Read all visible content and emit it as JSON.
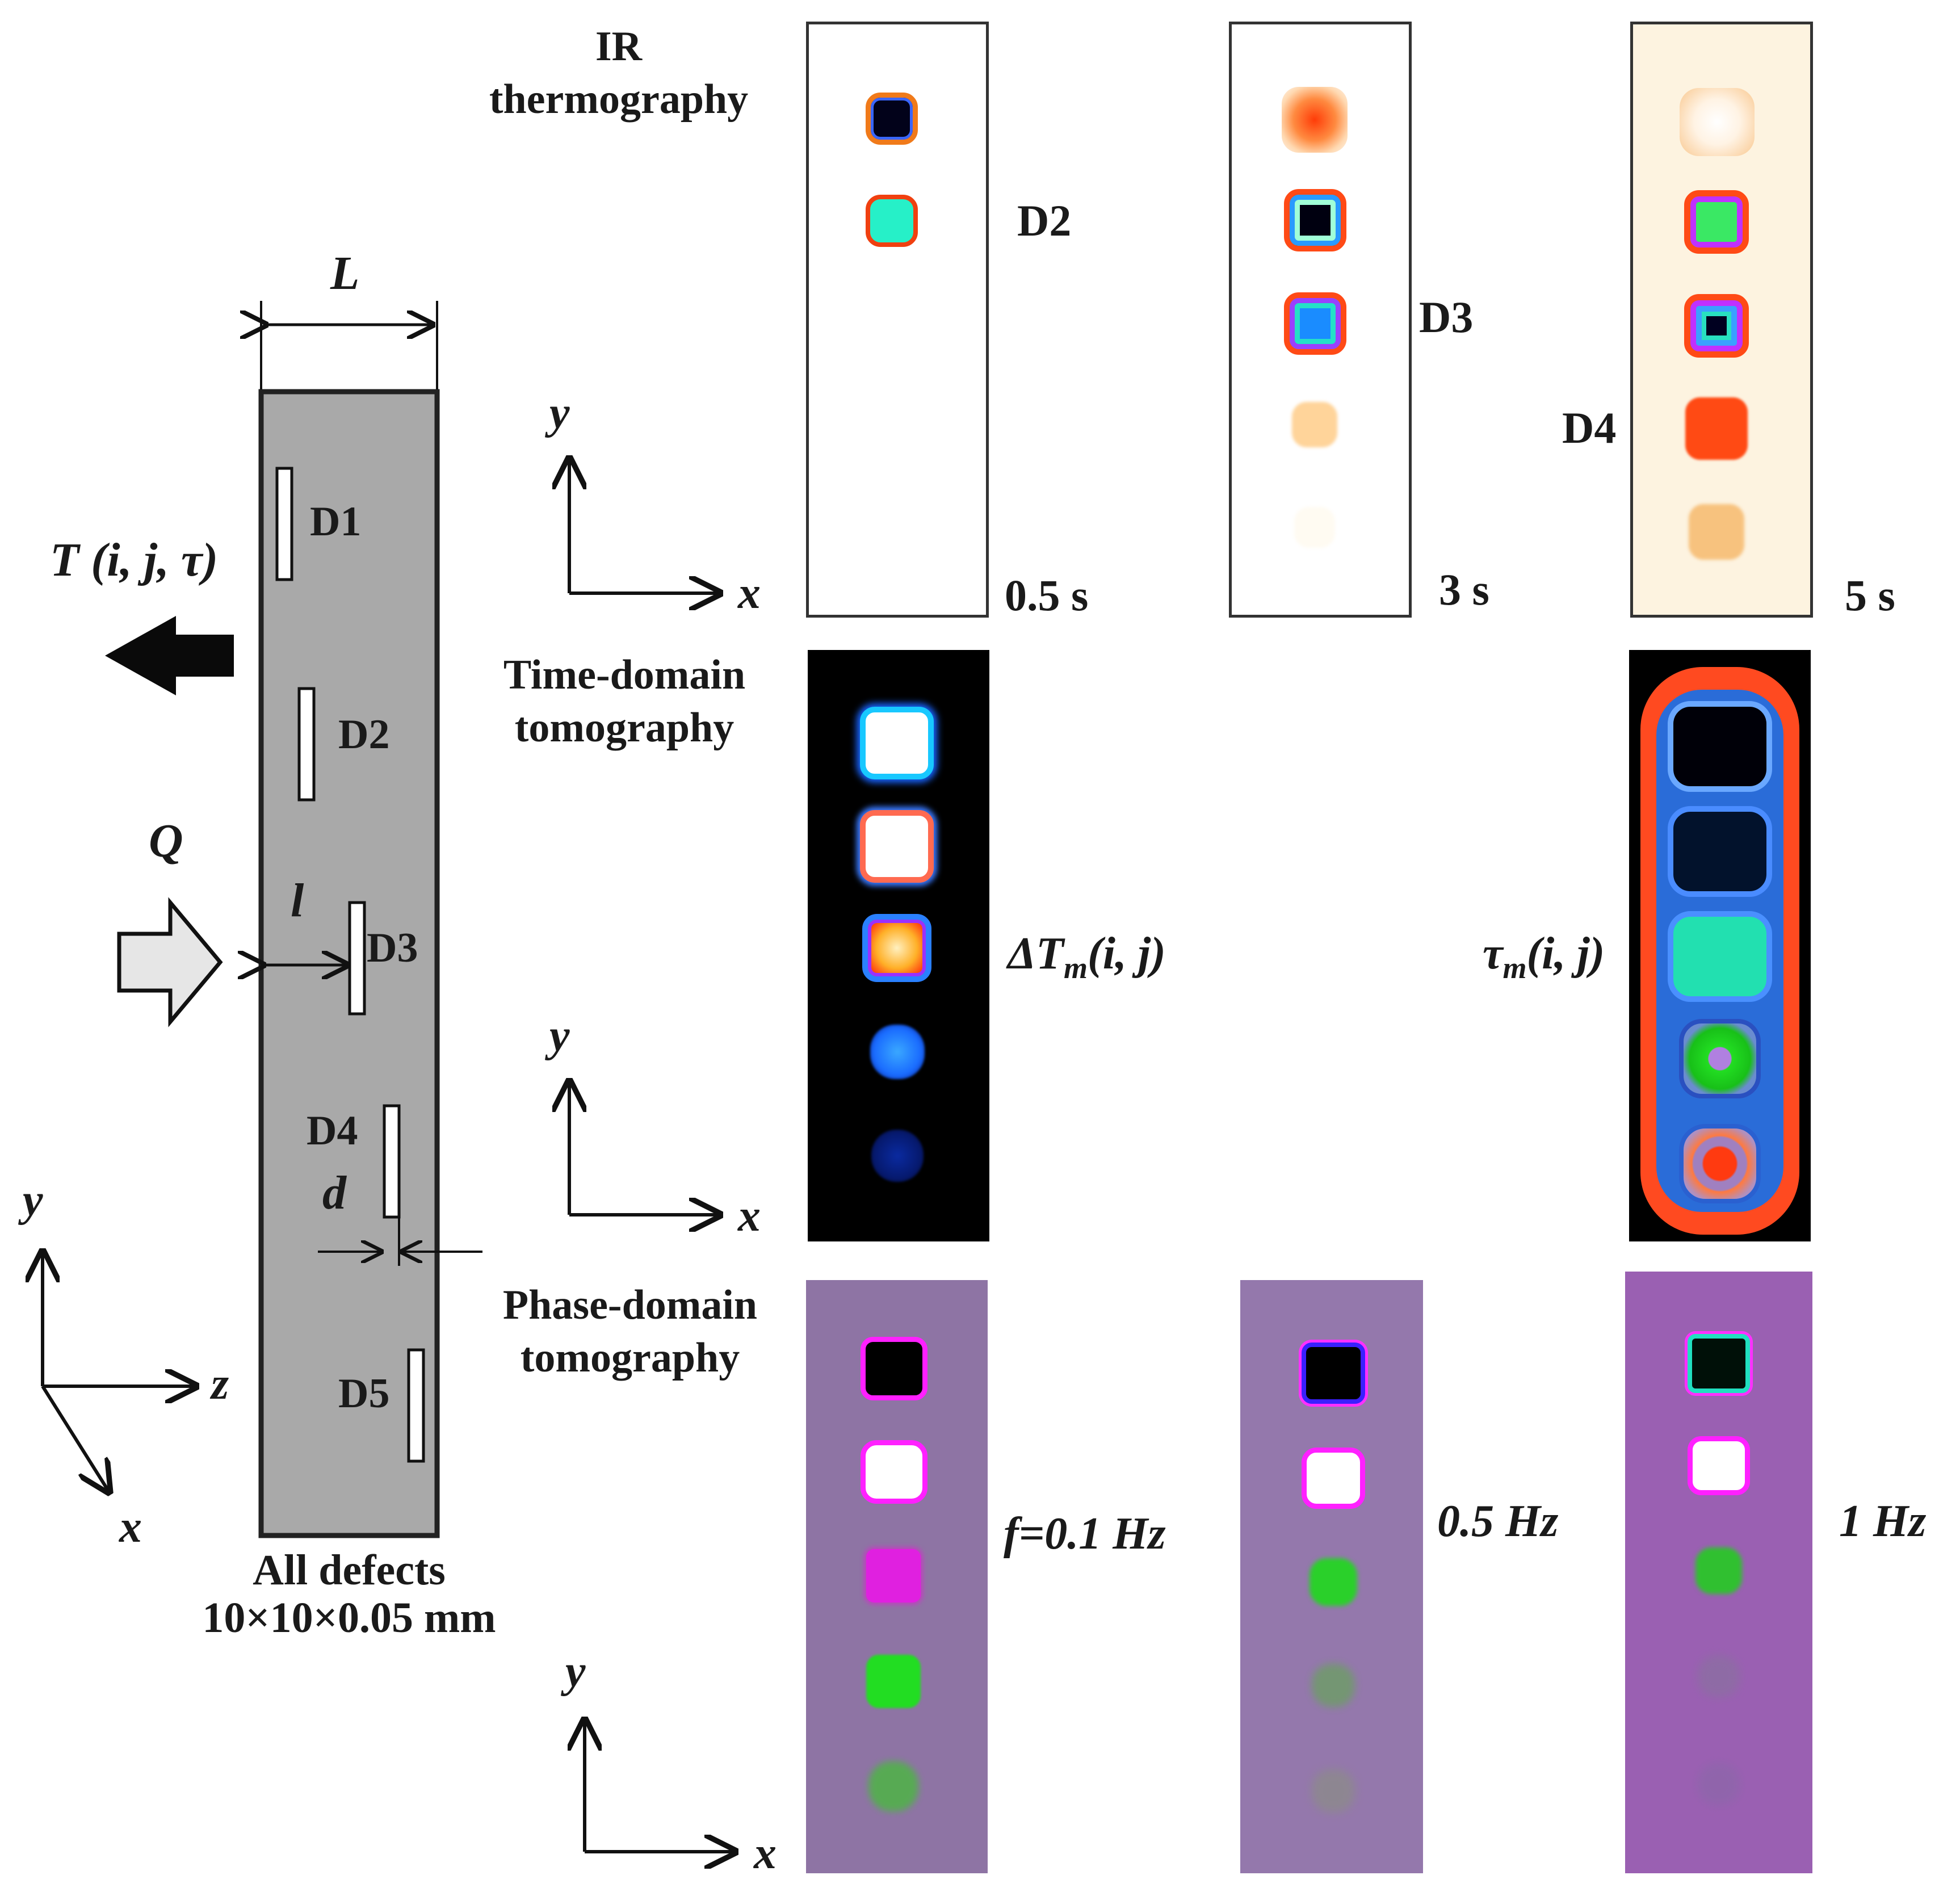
{
  "specimen": {
    "defects": [
      "D1",
      "D2",
      "D3",
      "D4",
      "D5"
    ],
    "dimension_labels": {
      "width": "L",
      "depth": "l",
      "thickness": "d"
    },
    "output_label": "T (i, j, τ)",
    "heat_label": "Q",
    "caption_line1": "All defects",
    "caption_line2": "10×10×0.05 mm"
  },
  "axes": {
    "x": "x",
    "y": "y",
    "z": "z"
  },
  "row_ir": {
    "title_line1": "IR",
    "title_line2": "thermography",
    "panels": [
      {
        "time_label": "0.5 s",
        "defect_label": "D2"
      },
      {
        "time_label": "3 s",
        "defect_label": "D3"
      },
      {
        "time_label": "5 s",
        "defect_label": "D4"
      }
    ]
  },
  "row_time": {
    "title_line1": "Time-domain",
    "title_line2": "tomography",
    "map1_label": "ΔT",
    "map1_sub": "m",
    "map1_args": "(i, j)",
    "map2_label": "τ",
    "map2_sub": "m",
    "map2_args": "(i, j)"
  },
  "row_phase": {
    "title_line1": "Phase-domain",
    "title_line2": "tomography",
    "freq_labels": [
      "f=0.1 Hz",
      "0.5 Hz",
      "1 Hz"
    ]
  },
  "colors": {
    "specimen_gray": "#a8a8a8",
    "phase_background": "#8c72a6",
    "thermal_red": "#ff4010",
    "thermal_green": "#22dd22"
  }
}
